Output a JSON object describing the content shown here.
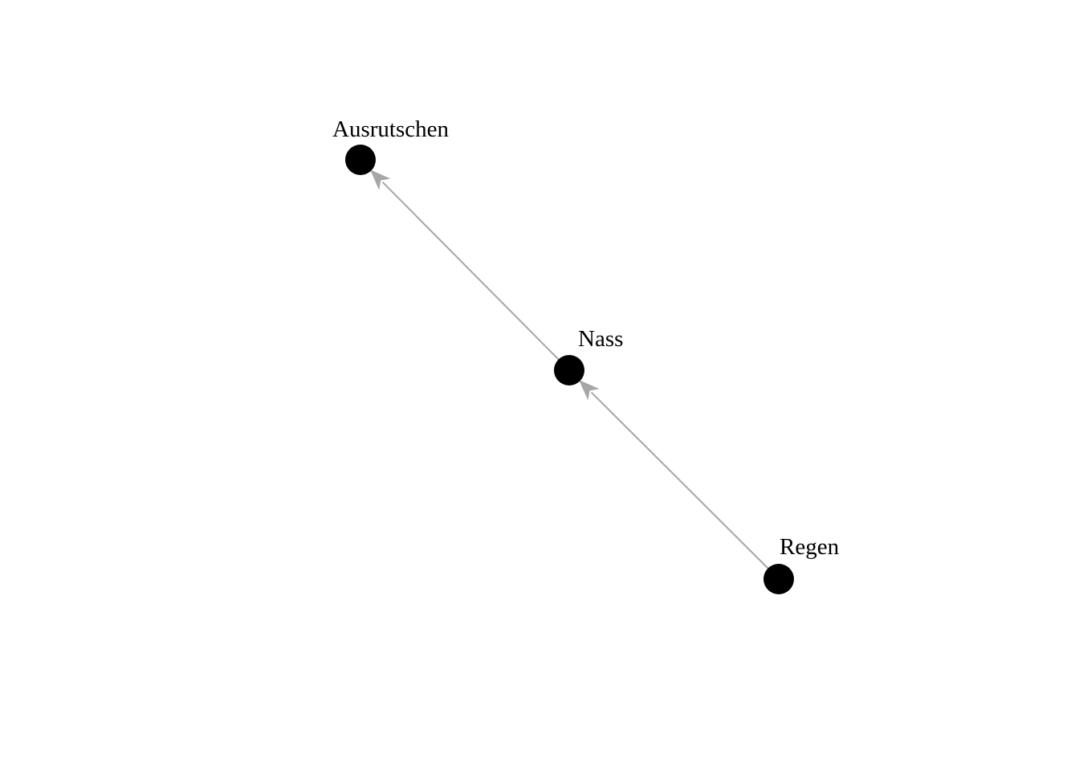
{
  "diagram": {
    "type": "directed-graph",
    "colors": {
      "node": "#000000",
      "edge": "#a6a6a6",
      "label": "#000000",
      "background": "#ffffff"
    },
    "nodes": [
      {
        "id": "ausrutschen",
        "label": "Ausrutschen"
      },
      {
        "id": "nass",
        "label": "Nass"
      },
      {
        "id": "regen",
        "label": "Regen"
      }
    ],
    "edges": [
      {
        "from": "regen",
        "to": "nass"
      },
      {
        "from": "nass",
        "to": "ausrutschen"
      }
    ]
  }
}
